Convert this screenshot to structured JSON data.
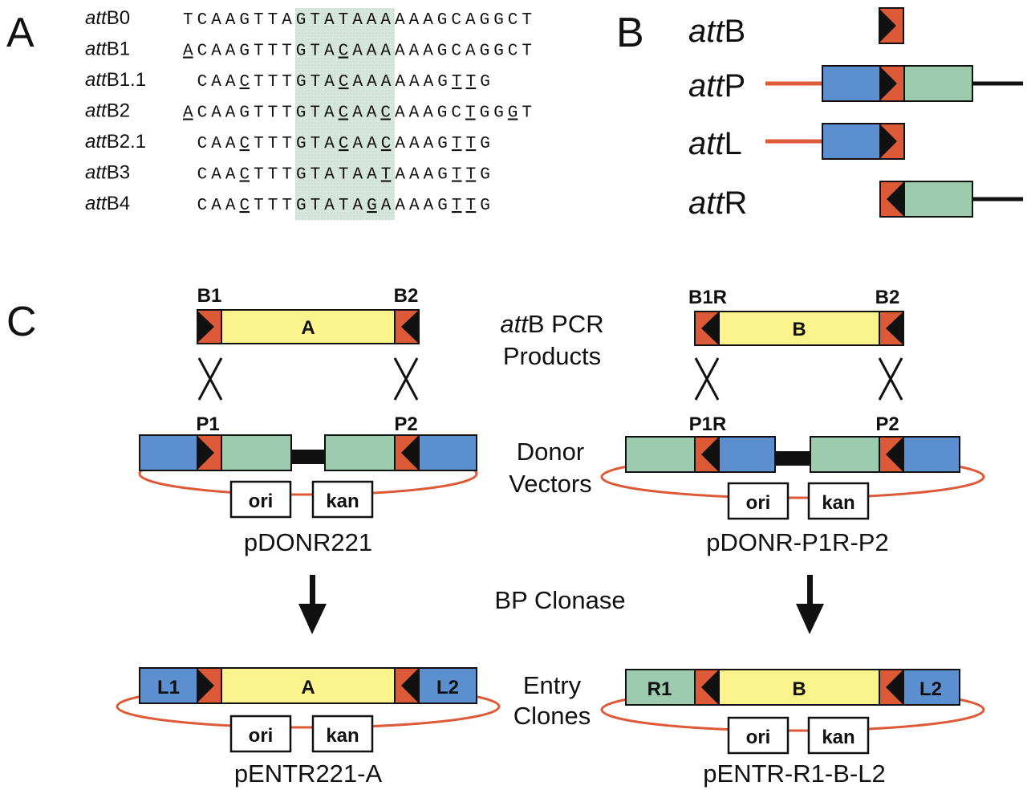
{
  "panels": {
    "a": "A",
    "b": "B",
    "c": "C"
  },
  "sequences": [
    {
      "name": "B0",
      "segments": [
        {
          "t": "TCAAGTTAGTATAAAAAAGCAGGCT",
          "u": false
        }
      ]
    },
    {
      "name": "B1",
      "segments": [
        {
          "t": "A",
          "u": true
        },
        {
          "t": "CAAGTTTGTA",
          "u": false
        },
        {
          "t": "C",
          "u": true
        },
        {
          "t": "AAAAAAGCAGGCT",
          "u": false
        }
      ]
    },
    {
      "name": "B1.1",
      "segments": [
        {
          "t": " CAA",
          "u": false
        },
        {
          "t": "C",
          "u": true
        },
        {
          "t": "TTTGTA",
          "u": false
        },
        {
          "t": "C",
          "u": true
        },
        {
          "t": "AAAAAAG",
          "u": false
        },
        {
          "t": "TT",
          "u": true
        },
        {
          "t": "G",
          "u": false
        }
      ]
    },
    {
      "name": "B2",
      "segments": [
        {
          "t": "A",
          "u": true
        },
        {
          "t": "CAAGTTTGTA",
          "u": false
        },
        {
          "t": "C",
          "u": true
        },
        {
          "t": "AA",
          "u": false
        },
        {
          "t": "C",
          "u": true
        },
        {
          "t": "AAAGC",
          "u": false
        },
        {
          "t": "T",
          "u": true
        },
        {
          "t": "GG",
          "u": false
        },
        {
          "t": "G",
          "u": true
        },
        {
          "t": "T",
          "u": false
        }
      ]
    },
    {
      "name": "B2.1",
      "segments": [
        {
          "t": " CAA",
          "u": false
        },
        {
          "t": "C",
          "u": true
        },
        {
          "t": "TTTGTA",
          "u": false
        },
        {
          "t": "C",
          "u": true
        },
        {
          "t": "AA",
          "u": false
        },
        {
          "t": "C",
          "u": true
        },
        {
          "t": "AAAG",
          "u": false
        },
        {
          "t": "TT",
          "u": true
        },
        {
          "t": "G",
          "u": false
        }
      ]
    },
    {
      "name": "B3",
      "segments": [
        {
          "t": " CAA",
          "u": false
        },
        {
          "t": "C",
          "u": true
        },
        {
          "t": "TTTGTATAA",
          "u": false
        },
        {
          "t": "T",
          "u": true
        },
        {
          "t": "AAAG",
          "u": false
        },
        {
          "t": "TT",
          "u": true
        },
        {
          "t": "G",
          "u": false
        }
      ]
    },
    {
      "name": "B4",
      "segments": [
        {
          "t": " CAA",
          "u": false
        },
        {
          "t": "C",
          "u": true
        },
        {
          "t": "TTTGTATA",
          "u": false
        },
        {
          "t": "G",
          "u": true
        },
        {
          "t": "AAAAG",
          "u": false
        },
        {
          "t": "TT",
          "u": true
        },
        {
          "t": "G",
          "u": false
        }
      ]
    }
  ],
  "att_prefix": "att",
  "site_types": [
    "B",
    "P",
    "L",
    "R"
  ],
  "products": {
    "left": {
      "left_label": "B1",
      "right_label": "B2",
      "insert": "A"
    },
    "right": {
      "left_label": "B1R",
      "right_label": "B2",
      "insert": "B"
    },
    "caption_italic": "att",
    "caption_rest": "B PCR",
    "caption_line2": "Products"
  },
  "donors": {
    "left": {
      "left_label": "P1",
      "right_label": "P2",
      "ori": "ori",
      "kan": "kan",
      "name": "pDONR221"
    },
    "right": {
      "left_label": "P1R",
      "right_label": "P2",
      "ori": "ori",
      "kan": "kan",
      "name": "pDONR-P1R-P2"
    },
    "caption_line1": "Donor",
    "caption_line2": "Vectors"
  },
  "clonase": "BP Clonase",
  "entries": {
    "left": {
      "left_label": "L1",
      "insert": "A",
      "right_label": "L2",
      "ori": "ori",
      "kan": "kan",
      "name": "pENTR221-A"
    },
    "right": {
      "left_label": "R1",
      "insert": "B",
      "right_label": "L2",
      "ori": "ori",
      "kan": "kan",
      "name": "pENTR-R1-B-L2"
    },
    "caption_line1": "Entry",
    "caption_line2": "Clones"
  },
  "colors": {
    "blue": "#5b8fd0",
    "green": "#9dcbb0",
    "yellow": "#fbf38c",
    "red": "#dd5a38",
    "black": "#111111",
    "core_shade": "#d7e6df"
  }
}
